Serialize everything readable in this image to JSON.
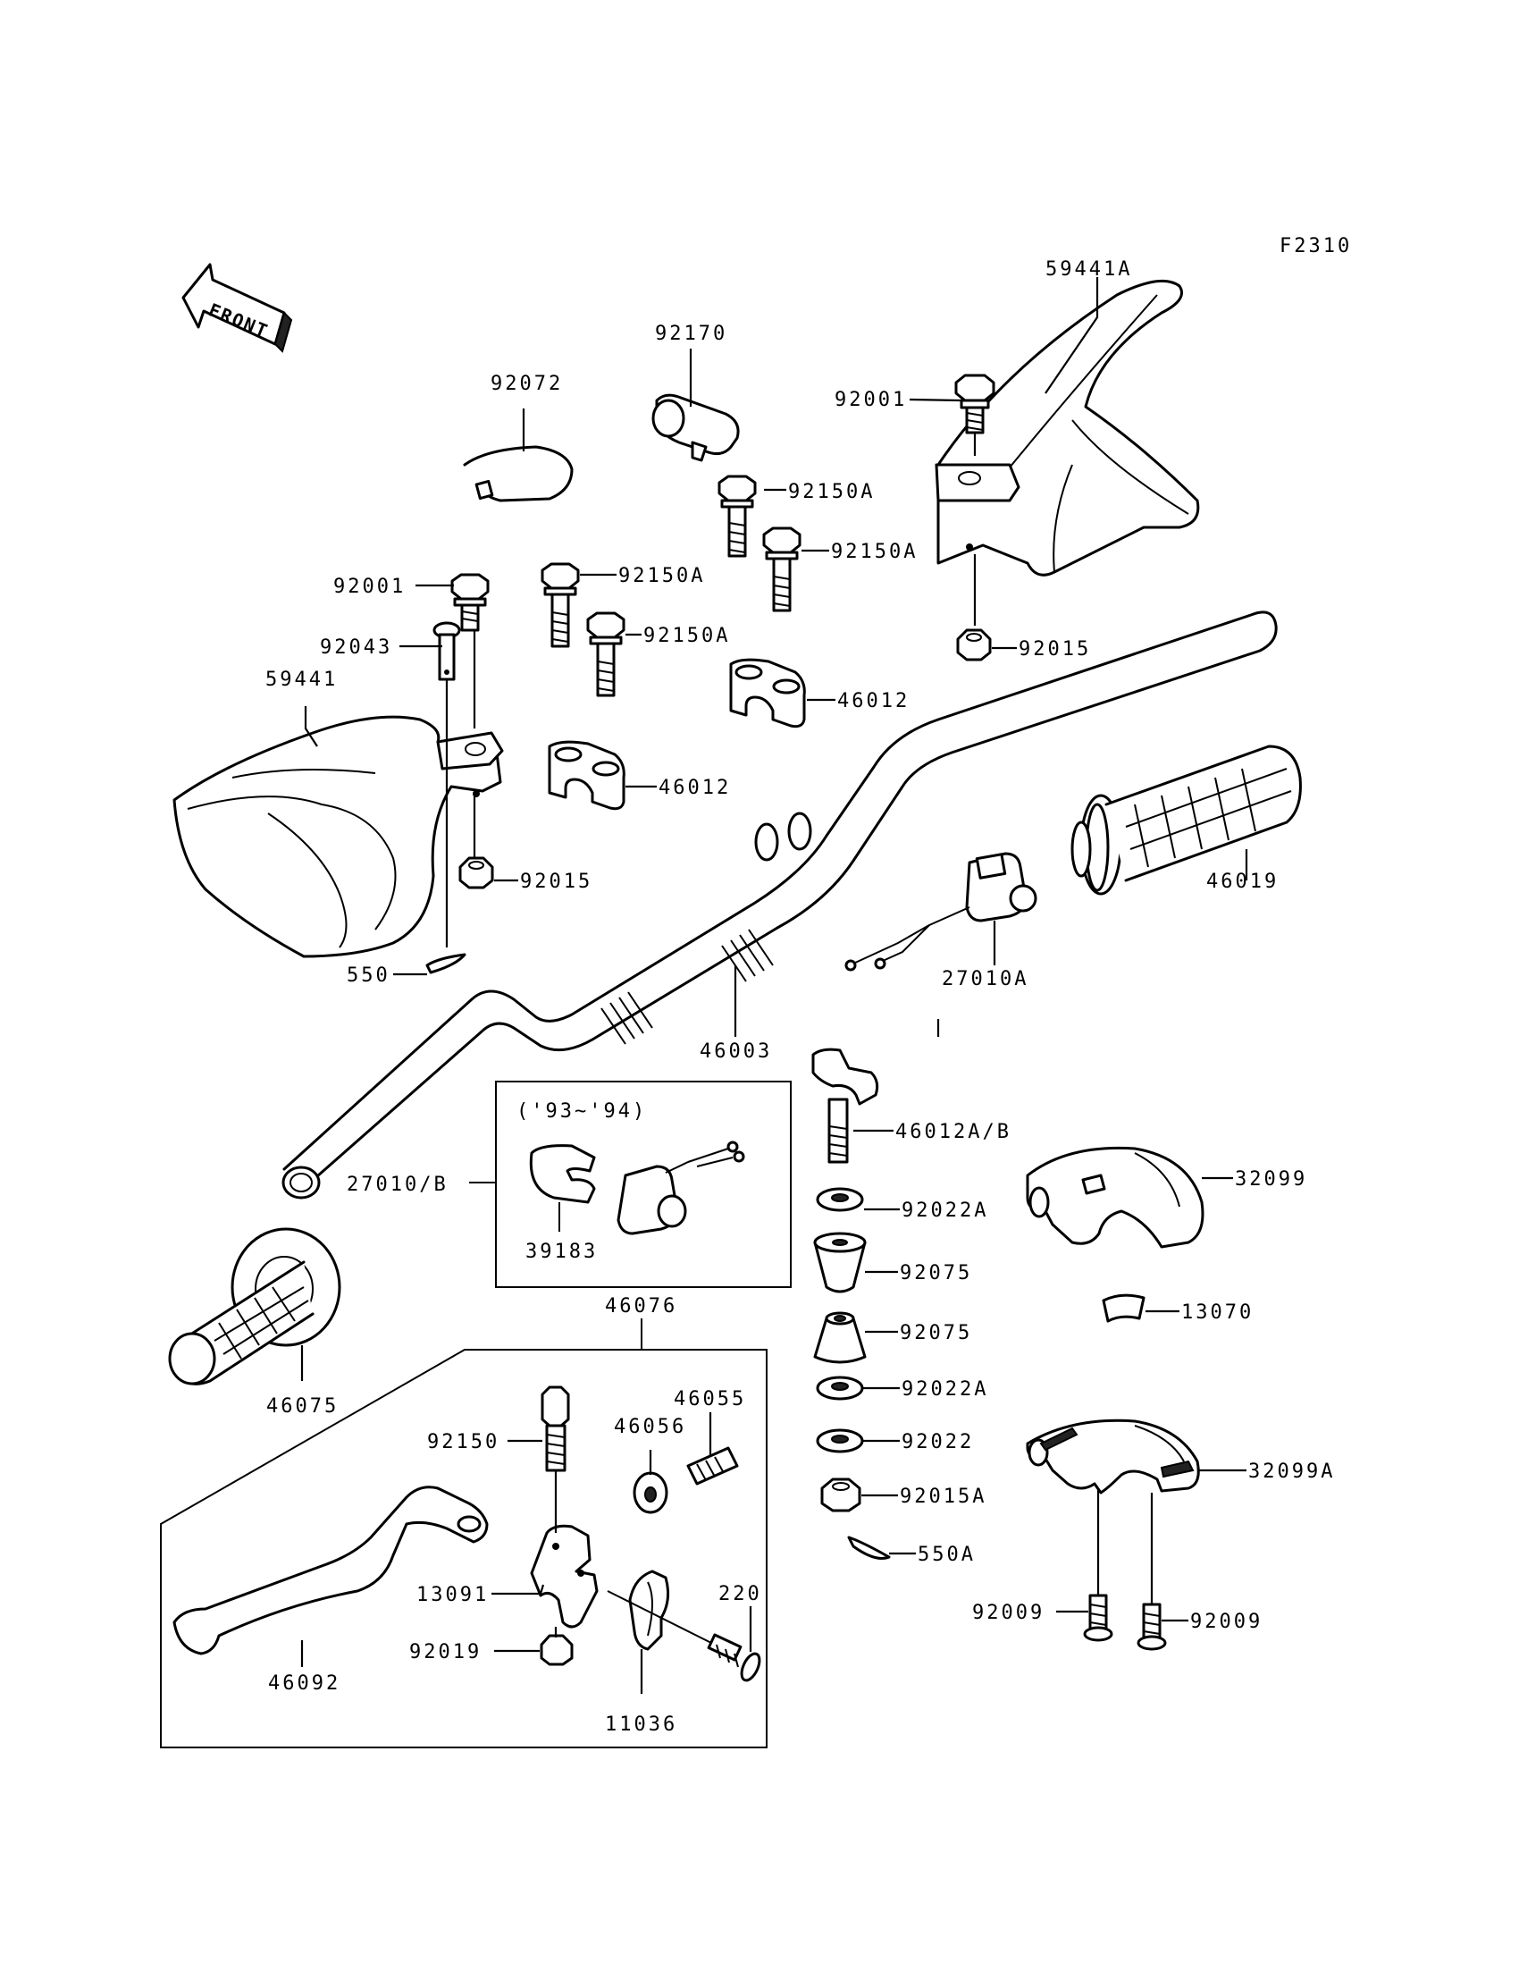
{
  "figure_code": "F2310",
  "front_label": "FRONT",
  "inset_label": "('93~'94)",
  "labels": {
    "p59441A": "59441A",
    "p92170": "92170",
    "p92072": "92072",
    "p92001_top": "92001",
    "p92150A_1": "92150A",
    "p92150A_2": "92150A",
    "p92150A_3": "92150A",
    "p92150A_4": "92150A",
    "p92001_left": "92001",
    "p92015_top": "92015",
    "p92043": "92043",
    "p59441": "59441",
    "p46012_1": "46012",
    "p46012_2": "46012",
    "p92015_left": "92015",
    "p46019": "46019",
    "p550": "550",
    "p27010A": "27010A",
    "p46003": "46003",
    "p46012AB": "46012A/B",
    "p27010B": "27010/B",
    "p39183": "39183",
    "p32099": "32099",
    "p92022A_1": "92022A",
    "p92075_1": "92075",
    "p92075_2": "92075",
    "p13070": "13070",
    "p46076": "46076",
    "p46075": "46075",
    "p92022A_2": "92022A",
    "p46055": "46055",
    "p46056": "46056",
    "p92022": "92022",
    "p92150": "92150",
    "p32099A": "32099A",
    "p92015A": "92015A",
    "p550A": "550A",
    "p13091": "13091",
    "p220": "220",
    "p92009_1": "92009",
    "p92009_2": "92009",
    "p92019": "92019",
    "p46092": "46092",
    "p11036": "11036"
  }
}
